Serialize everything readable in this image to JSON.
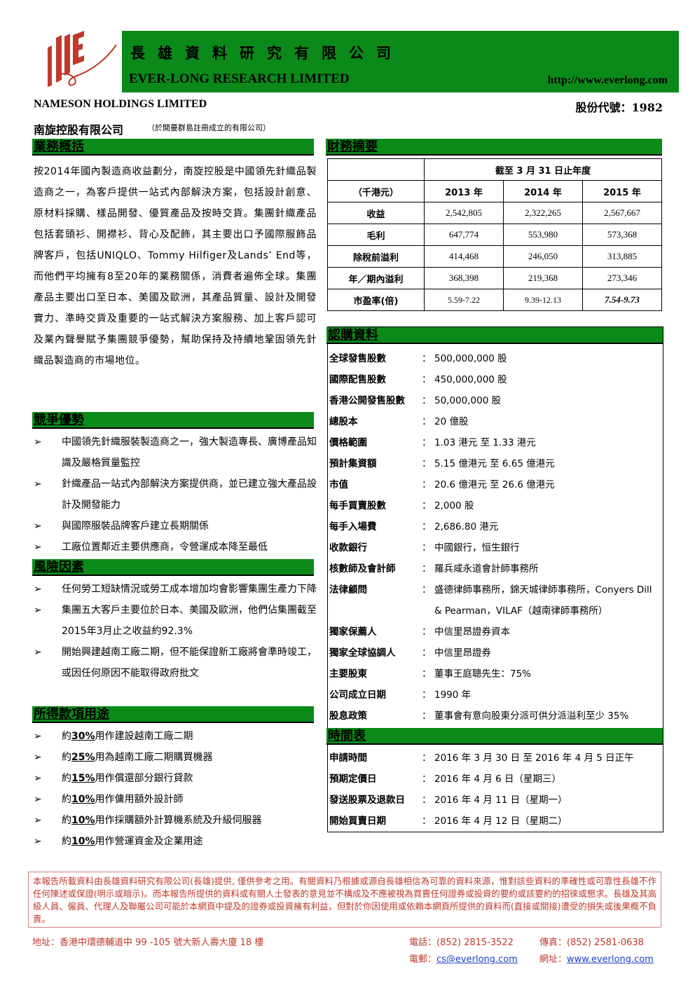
{
  "header": {
    "name_cn": "長雄資料研究有限公司",
    "name_en": "EVER-LONG RESEARCH LIMITED",
    "url": "http://www.everlong.com"
  },
  "company": {
    "name_en": "NAMESON HOLDINGS LIMITED",
    "stock_code": "股份代號：1982",
    "name_cn": "南旋控股有限公司",
    "note": "（於開曼群島註冊成立的有限公司）"
  },
  "sections": {
    "business": "業務概括",
    "finance": "財務摘要",
    "subscription": "認購資料",
    "competitive": "競爭優勢",
    "risk": "風險因素",
    "proceeds": "所得款項用途",
    "timetable": "時間表"
  },
  "business_text": "按2014年國內製造商收益劃分，南旋控股是中國領先針織品製造商之一，為客戶提供一站式內部解決方案，包括設計創意、原材料採購、樣品開發、優質產品及按時交貨。集團針織產品包括套頭衫、開襟衫、背心及配飾，其主要出口予國際服飾品牌客戶，包括UNIQLO、Tommy Hilfiger及Lands’ End等，而他們平均擁有8至20年的業務關係，消費者遍佈全球。集團產品主要出口至日本、美國及歐洲，其產品質量、設計及開發實力、準時交貨及重要的一站式解決方案服務、加上客戶認可及業內聲譽賦予集團競爭優勢，幫助保持及持續地鞏固領先針織品製造商的市場地位。",
  "competitive": [
    "中國領先針織服裝製造商之一，強大製造專長、廣博產品知識及嚴格質量監控",
    "針織產品一站式內部解決方案提供商，並已建立強大產品設計及開發能力",
    "與國際服裝品牌客戶建立長期關係",
    "工廠位置鄰近主要供應商，令營運成本降至最低"
  ],
  "risk": [
    "任何勞工短缺情況或勞工成本增加均會影響集團生產力下降",
    "集團五大客戶主要位於日本、美國及歐洲，他們佔集團截至2015年3月止之收益約92.3%",
    "開始興建越南工廠二期，但不能保證新工廠將會準時竣工，或因任何原因不能取得政府批文"
  ],
  "proceeds": [
    {
      "pre": "約",
      "pct": "30%",
      "post": "用作建設越南工廠二期"
    },
    {
      "pre": "約",
      "pct": "25%",
      "post": "用為越南工廠二期購買機器"
    },
    {
      "pre": "約",
      "pct": "15%",
      "post": "用作償還部分銀行貸款"
    },
    {
      "pre": "約",
      "pct": "10%",
      "post": "用作傭用額外設計師"
    },
    {
      "pre": "約",
      "pct": "10%",
      "post": "用作採購額外計算機系統及升級伺服器"
    },
    {
      "pre": "約",
      "pct": "10%",
      "post": "用作營運資金及企業用途"
    }
  ],
  "bullet_mark": "➢",
  "finance": {
    "period": "截至 3 月 31 日止年度",
    "unit": "（千港元）",
    "years": [
      "2013 年",
      "2014 年",
      "2015 年"
    ],
    "rows": [
      {
        "label": "收益",
        "values": [
          "2,542,805",
          "2,322,265",
          "2,567,667"
        ]
      },
      {
        "label": "毛利",
        "values": [
          "647,774",
          "553,980",
          "573,368"
        ]
      },
      {
        "label": "除稅前溢利",
        "values": [
          "414,468",
          "246,050",
          "313,885"
        ]
      },
      {
        "label": "年／期內溢利",
        "values": [
          "368,398",
          "219,368",
          "273,346"
        ]
      },
      {
        "label": "市盈率(倍)",
        "values": [
          "5.59-7.22",
          "9.39-12.13",
          "7.54-9.73"
        ]
      }
    ]
  },
  "colon": "：",
  "subscription": [
    {
      "k": "全球發售股數",
      "v": "500,000,000 股"
    },
    {
      "k": "國際配售股數",
      "v": "450,000,000 股"
    },
    {
      "k": "香港公開發售股數",
      "v": "50,000,000 股"
    },
    {
      "k": "總股本",
      "v": "20 億股"
    },
    {
      "k": "價格範圍",
      "v": "1.03 港元 至 1.33 港元"
    },
    {
      "k": "預計集資額",
      "v": "5.15 億港元 至 6.65 億港元"
    },
    {
      "k": "市值",
      "v": "20.6 億港元 至 26.6 億港元"
    },
    {
      "k": "每手買賣股數",
      "v": "2,000 股"
    },
    {
      "k": "每手入場費",
      "v": "2,686.80 港元"
    },
    {
      "k": "收款銀行",
      "v": "中國銀行，恒生銀行"
    },
    {
      "k": "核數師及會計師",
      "v": "羅兵咸永道會計師事務所"
    },
    {
      "k": "法律顧問",
      "v": "盛德律師事務所，錦天城律師事務所，Conyers Dill",
      "v2": "& Pearman，VILAF（越南律師事務所）"
    },
    {
      "k": "獨家保薦人",
      "v": "中信里昂證券資本"
    },
    {
      "k": "獨家全球協調人",
      "v": "中信里昂證券"
    },
    {
      "k": "主要股東",
      "v": "董事王庭聰先生：75%"
    },
    {
      "k": "公司成立日期",
      "v": "1990 年"
    },
    {
      "k": "股息政策",
      "v": "董事會有意向股東分派可供分派溢利至少 35%"
    }
  ],
  "timetable": [
    {
      "k": "申請時間",
      "v": "2016 年 3 月 30 日 至 2016 年 4 月 5 日正午"
    },
    {
      "k": "預期定價日",
      "v": "2016 年 4 月 6 日（星期三）"
    },
    {
      "k": "發送股票及退款日",
      "v": "2016 年 4 月 11 日（星期一）"
    },
    {
      "k": "開始買賣日期",
      "v": "2016 年 4 月 12 日（星期二）"
    }
  ],
  "disclaimer": "本報告所載資料由長雄資料研究有限公司(長雄)提供, 僅供參考之用。有關資料乃根據或源自長雄相信為可靠的資料來源，惟對該些資料的準確性或可靠性長雄不作任何陳述或保證(明示或暗示)。而本報告所提供的資料或有關人士發表的意見並不構成及不應被視為買賣任何證券或投資的要約或該要約的招徠或懇求。長雄及其高級人員、僱員、代理人及聯屬公司可能於本網頁中提及的證券或投資擁有利益，但對於你因使用或依賴本網頁所提供的資料而(直接或間接)遭受的損失或後果概不負責。",
  "footer": {
    "address": "地址：香港中環德輔道中 99 -105 號大新人壽大廈 18 樓",
    "phone": "電話：(852) 2815-3522",
    "fax": "傳真：(852) 2581-0638",
    "email_label": "電郵：",
    "email": "cs@everlong.com",
    "web_label": "網址：",
    "web": "www.everlong.com"
  }
}
